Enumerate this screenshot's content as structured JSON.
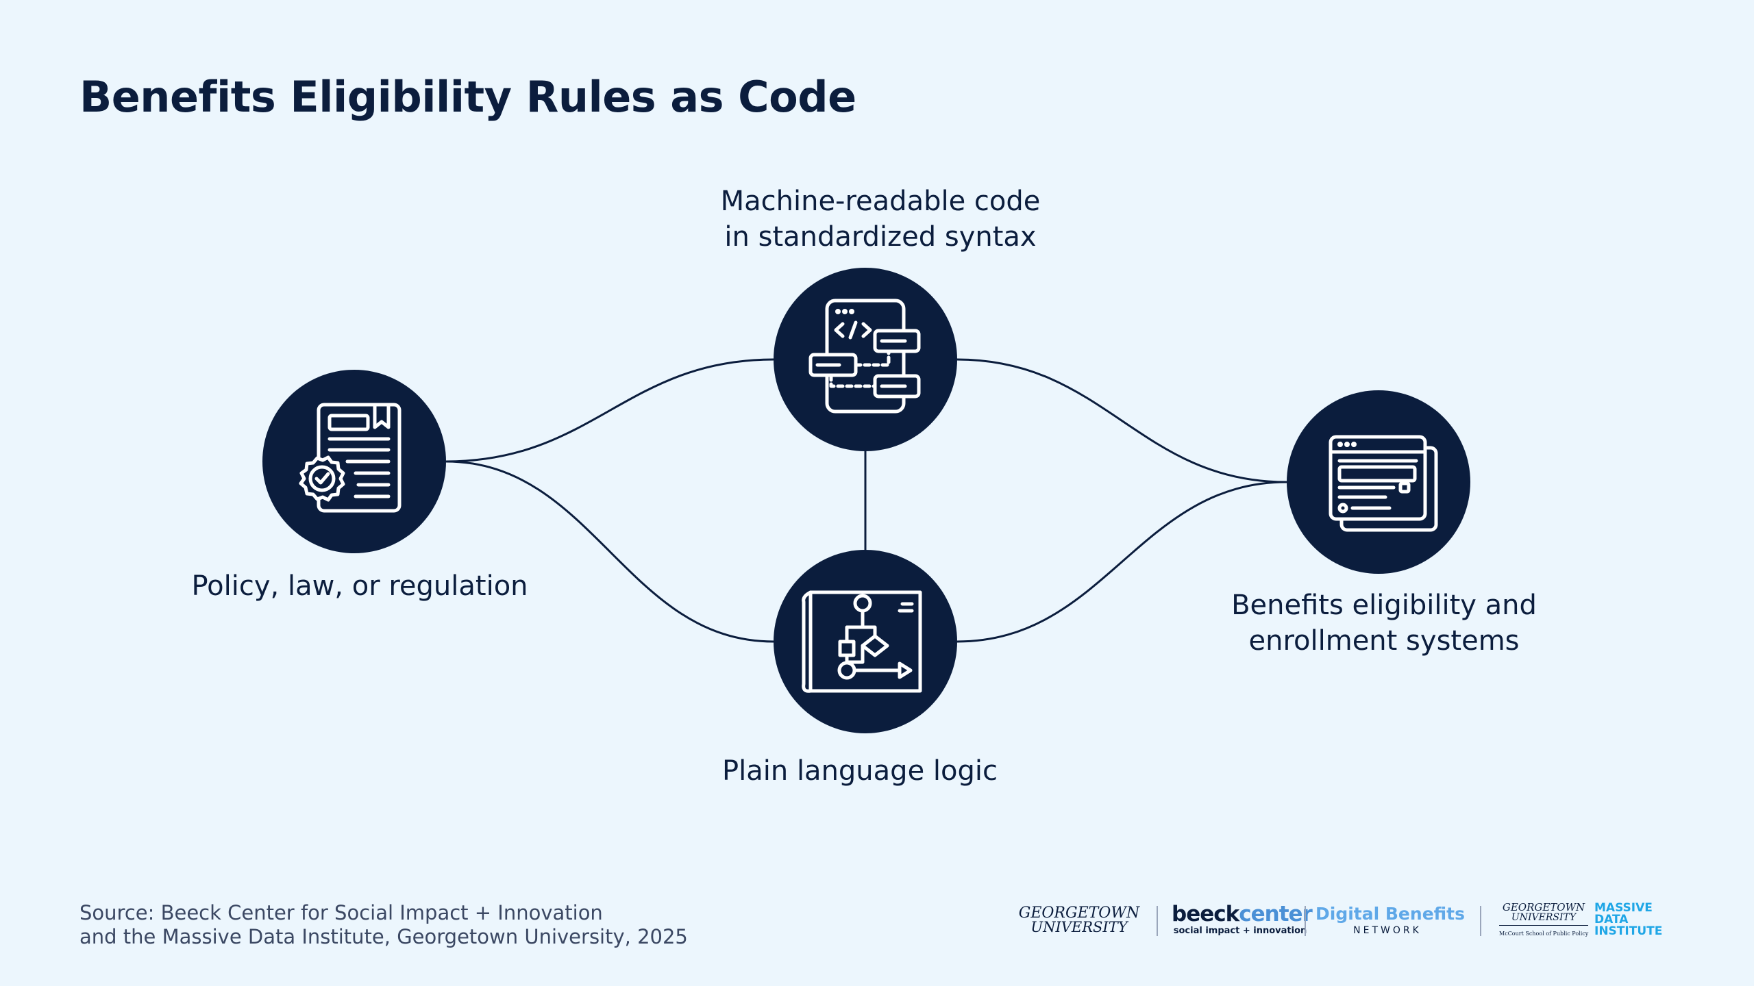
{
  "title": "Benefits Eligibility Rules as Code",
  "nodes": {
    "policy": {
      "lines": [
        "Policy, law, or regulation"
      ],
      "icon": "policy-document-check-icon"
    },
    "code": {
      "lines": [
        "Machine-readable code",
        "in standardized syntax"
      ],
      "icon": "code-file-flow-icon"
    },
    "logic": {
      "lines": [
        "Plain language logic"
      ],
      "icon": "flowchart-blueprint-icon"
    },
    "systems": {
      "lines": [
        "Benefits eligibility and",
        "enrollment systems"
      ],
      "icon": "web-application-window-icon"
    }
  },
  "edges": [
    {
      "from": "policy",
      "to": "code"
    },
    {
      "from": "policy",
      "to": "logic"
    },
    {
      "from": "code",
      "to": "logic"
    },
    {
      "from": "code",
      "to": "systems"
    },
    {
      "from": "logic",
      "to": "systems"
    }
  ],
  "source": {
    "lines": [
      "Source: Beeck Center for Social Impact + Innovation",
      "and the Massive Data Institute, Georgetown University, 2025"
    ]
  },
  "logos": {
    "georgetown": [
      "GEORGETOWN",
      "UNIVERSITY"
    ],
    "beeck": {
      "word1": "beeck",
      "word2": "center",
      "tagline": "social impact + innovation"
    },
    "dbn": {
      "name": "Digital Benefits",
      "sub": "NETWORK"
    },
    "mccourt": [
      "GEORGETOWN",
      "UNIVERSITY",
      "McCourt School of Public Policy"
    ],
    "mdi": [
      "MASSIVE",
      "DATA",
      "INSTITUTE"
    ]
  },
  "colors": {
    "background": "#ecf6fd",
    "node_fill": "#0b1d3d",
    "edge": "#0b1d3d",
    "text": "#0b1d3d",
    "beeck_light": "#4a90d6",
    "dbn_blue": "#5fa8e8",
    "mdi_blue": "#1fa6e6"
  }
}
